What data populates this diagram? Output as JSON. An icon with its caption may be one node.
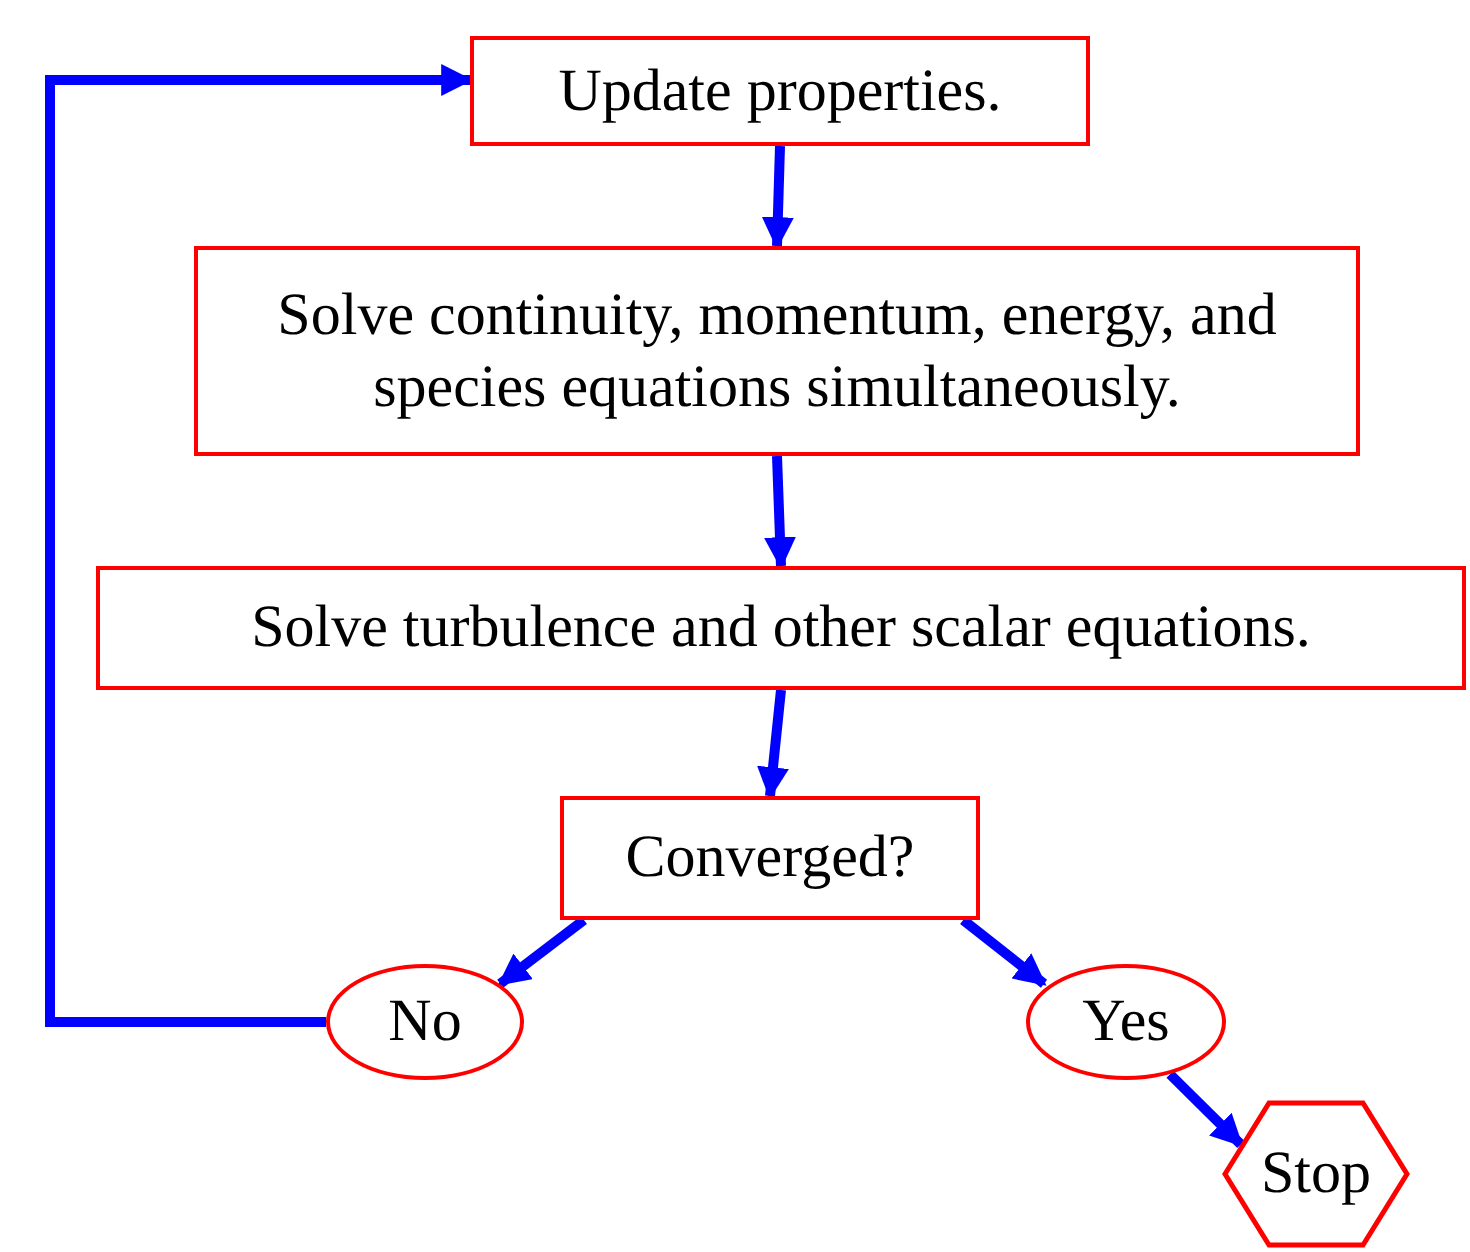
{
  "diagram": {
    "nodes": [
      {
        "text": [
          "Update properties."
        ]
      },
      {
        "text": [
          "Solve continuity, momentum, energy, and species equations simultaneously."
        ]
      },
      {
        "text": [
          "Solve turbulence and other scalar equations."
        ]
      },
      {
        "text": [
          "Converged?"
        ]
      },
      {
        "text": [
          "No"
        ]
      },
      {
        "text": [
          "Yes"
        ]
      },
      {
        "text": [
          "Stop"
        ]
      }
    ],
    "edges": [
      {
        "from": 0,
        "to": 1,
        "arrow": "to"
      },
      {
        "from": 1,
        "to": 2,
        "arrow": "to"
      },
      {
        "from": 2,
        "to": 3,
        "arrow": "to"
      },
      {
        "from": 3,
        "to": 4,
        "arrow": "to"
      },
      {
        "from": 3,
        "to": 5,
        "arrow": "to"
      },
      {
        "from": 5,
        "to": 6,
        "arrow": "to"
      },
      {
        "from": 4,
        "to": 0,
        "arrow": "to"
      }
    ]
  }
}
